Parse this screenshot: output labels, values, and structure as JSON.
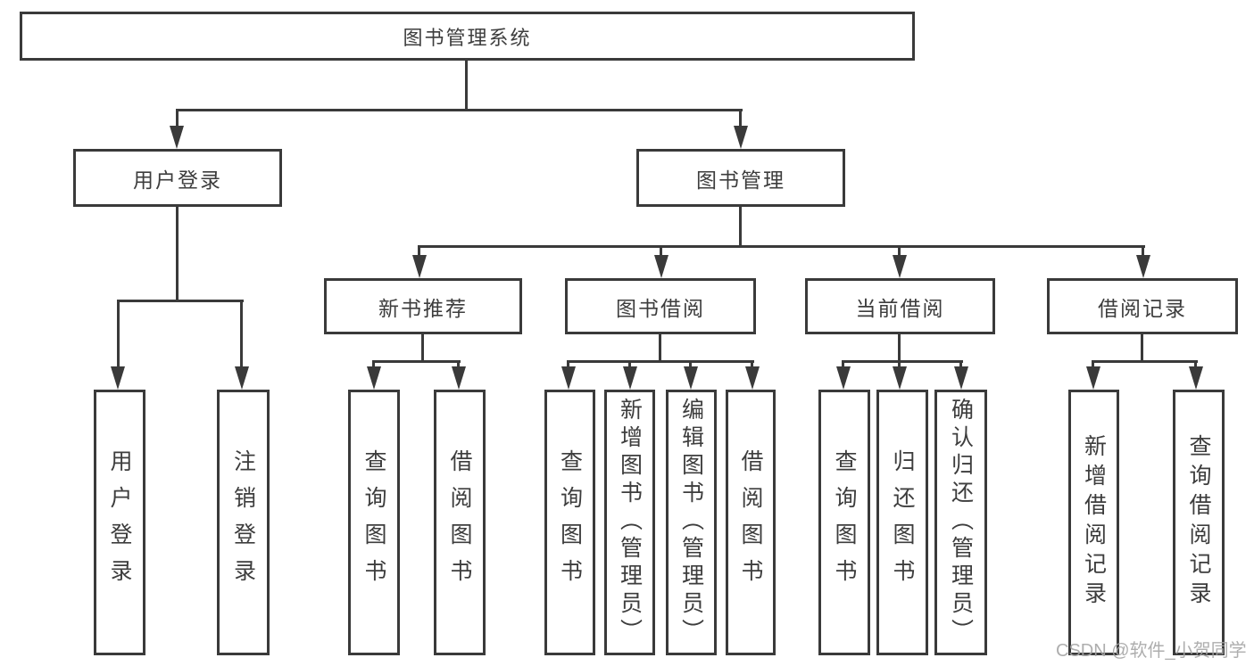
{
  "colors": {
    "line": "#3a3a3a",
    "text": "#3d3d3d",
    "background": "#ffffff",
    "watermark": "#a5a5a5"
  },
  "root": {
    "label": "图书管理系统"
  },
  "level2": [
    {
      "label": "用户登录"
    },
    {
      "label": "图书管理"
    }
  ],
  "level3": [
    {
      "label": "新书推荐",
      "parent": "图书管理"
    },
    {
      "label": "图书借阅",
      "parent": "图书管理"
    },
    {
      "label": "当前借阅",
      "parent": "图书管理"
    },
    {
      "label": "借阅记录",
      "parent": "图书管理"
    }
  ],
  "leaves": {
    "user_login": [
      {
        "label": "用户登录"
      },
      {
        "label": "注销登录"
      }
    ],
    "new_book_rec": [
      {
        "label": "查询图书"
      },
      {
        "label": "借阅图书"
      }
    ],
    "book_borrow": [
      {
        "label": "查询图书"
      },
      {
        "label": "新增图书（管理员）"
      },
      {
        "label": "编辑图书（管理员）"
      },
      {
        "label": "借阅图书"
      }
    ],
    "current_borrow": [
      {
        "label": "查询图书"
      },
      {
        "label": "归还图书"
      },
      {
        "label": "确认归还（管理员）"
      }
    ],
    "borrow_record": [
      {
        "label": "新增借阅记录"
      },
      {
        "label": "查询借阅记录"
      }
    ]
  },
  "watermark": {
    "text": "CSDN @软件_小贺同学"
  }
}
